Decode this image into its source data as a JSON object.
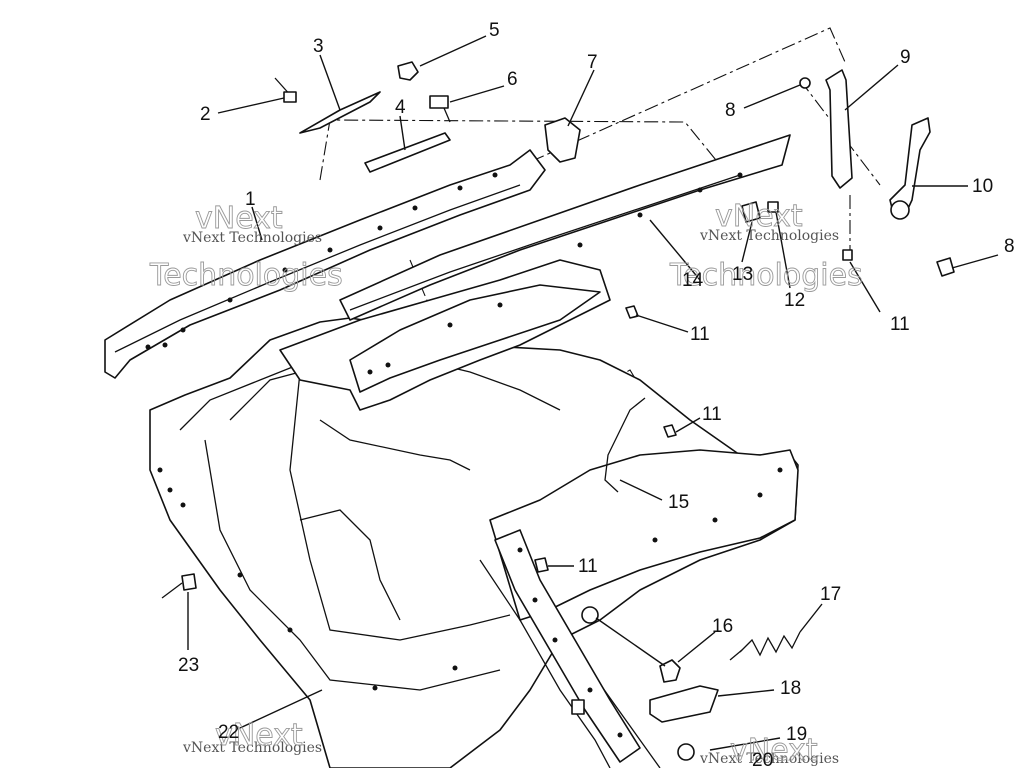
{
  "diagram": {
    "watermark": {
      "small_text": "vNext Technologies",
      "large_line1": "vNext",
      "large_line2": "Technologies"
    },
    "callouts": [
      {
        "id": "c1",
        "label": "1"
      },
      {
        "id": "c2",
        "label": "2"
      },
      {
        "id": "c3",
        "label": "3"
      },
      {
        "id": "c4",
        "label": "4"
      },
      {
        "id": "c5",
        "label": "5"
      },
      {
        "id": "c6",
        "label": "6"
      },
      {
        "id": "c7",
        "label": "7"
      },
      {
        "id": "c8a",
        "label": "8"
      },
      {
        "id": "c8b",
        "label": "8"
      },
      {
        "id": "c9",
        "label": "9"
      },
      {
        "id": "c10",
        "label": "10"
      },
      {
        "id": "c11a",
        "label": "11"
      },
      {
        "id": "c11b",
        "label": "11"
      },
      {
        "id": "c11c",
        "label": "11"
      },
      {
        "id": "c11d",
        "label": "11"
      },
      {
        "id": "c12",
        "label": "12"
      },
      {
        "id": "c13",
        "label": "13"
      },
      {
        "id": "c14",
        "label": "14"
      },
      {
        "id": "c15",
        "label": "15"
      },
      {
        "id": "c16",
        "label": "16"
      },
      {
        "id": "c17",
        "label": "17"
      },
      {
        "id": "c18",
        "label": "18"
      },
      {
        "id": "c19",
        "label": "19"
      },
      {
        "id": "c20",
        "label": "20"
      },
      {
        "id": "c22",
        "label": "22"
      },
      {
        "id": "c23",
        "label": "23"
      }
    ]
  }
}
